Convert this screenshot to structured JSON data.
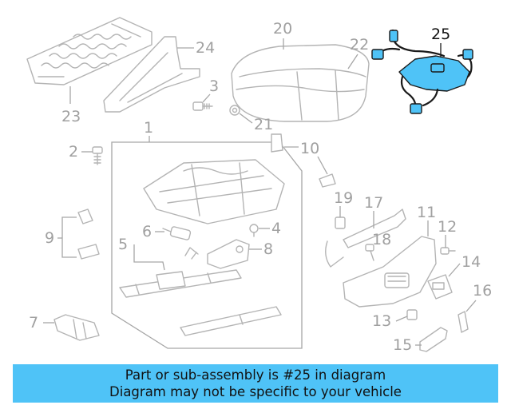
{
  "labels": {
    "l1": "1",
    "l2": "2",
    "l3": "3",
    "l4": "4",
    "l5": "5",
    "l6": "6",
    "l7": "7",
    "l8": "8",
    "l9": "9",
    "l10": "10",
    "l11": "11",
    "l12": "12",
    "l13": "13",
    "l14": "14",
    "l15": "15",
    "l16": "16",
    "l17": "17",
    "l18": "18",
    "l19": "19",
    "l20": "20",
    "l21": "21",
    "l22": "22",
    "l23": "23",
    "l24": "24",
    "l25": "25"
  },
  "highlight": {
    "part_number": "25",
    "color": "#4fc3f7"
  },
  "banner": {
    "line1": "Part or sub-assembly is #25 in diagram",
    "line2": "Diagram may not be specific to your vehicle"
  }
}
